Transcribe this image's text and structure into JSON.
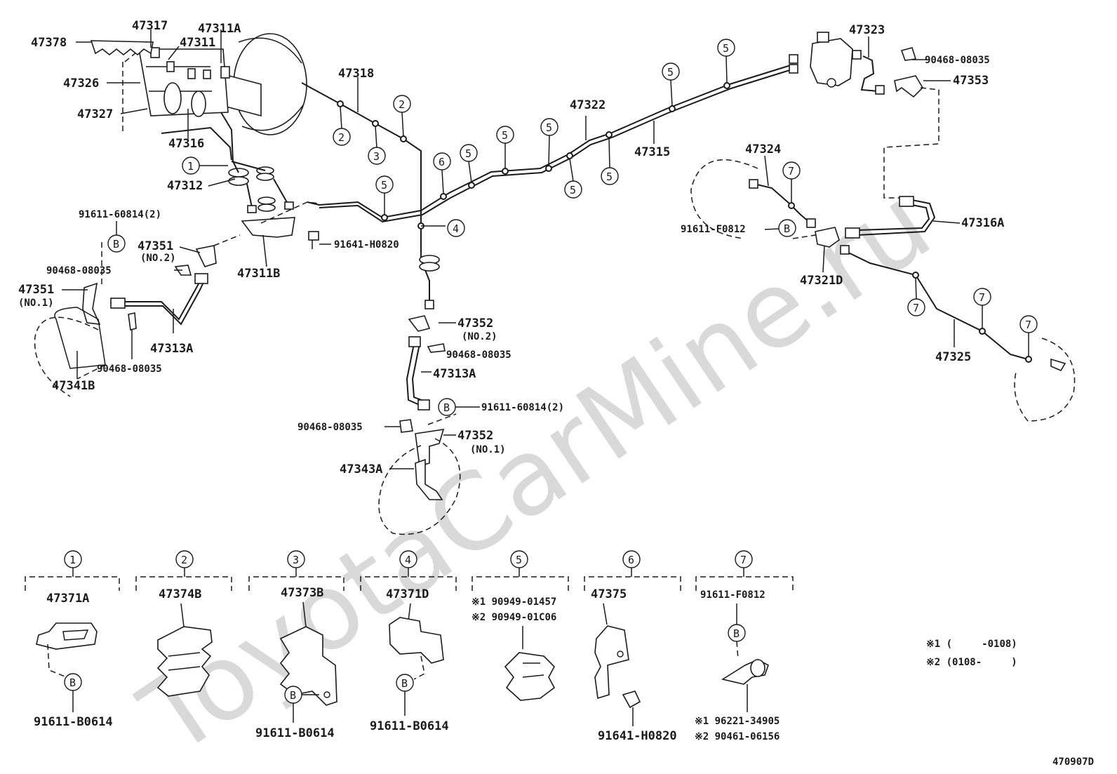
{
  "watermark": "ToyotaCarMine.ru",
  "diagram_code": "470907D",
  "notes": {
    "note1": "※1 (     -0108)",
    "note2": "※2 (0108-     )"
  },
  "parts": {
    "p47378": "47378",
    "p47317": "47317",
    "p47311A": "47311A",
    "p47311": "47311",
    "p47326": "47326",
    "p47327": "47327",
    "p47316": "47316",
    "p47312": "47312",
    "p47318": "47318",
    "p47322": "47322",
    "p47315": "47315",
    "p47323": "47323",
    "p47353": "47353",
    "p90468_tr": "90468-08035",
    "p47324": "47324",
    "p91611_F0812": "91611-F0812",
    "p47316A": "47316A",
    "p47321D": "47321D",
    "p47325": "47325",
    "p91611_60814a": "91611-60814(2)",
    "p47351_no2": "47351",
    "no2_a": "(NO.2)",
    "p90468_l1": "90468-08035",
    "p47351_no1": "47351",
    "no1_a": "(NO.1)",
    "p47311B": "47311B",
    "p91641_H0820a": "91641-H0820",
    "p47313A_l": "47313A",
    "p90468_l2": "90468-08035",
    "p47341B": "47341B",
    "p47352_no2": "47352",
    "no2_b": "(NO.2)",
    "p90468_c1": "90468-08035",
    "p47313A_c": "47313A",
    "p91611_60814b": "91611-60814(2)",
    "p90468_c2": "90468-08035",
    "p47352_no1": "47352",
    "no1_b": "(NO.1)",
    "p47343A": "47343A"
  },
  "callouts": {
    "c1": "1",
    "c2": "2",
    "c3": "3",
    "c4": "4",
    "c5": "5",
    "c6": "6",
    "c7": "7",
    "cB": "B"
  },
  "legend": [
    {
      "num": "1",
      "part": "47371A",
      "fastener": "91611-B0614"
    },
    {
      "num": "2",
      "part": "47374B"
    },
    {
      "num": "3",
      "part": "47373B",
      "fastener": "91611-B0614"
    },
    {
      "num": "4",
      "part": "47371D",
      "fastener": "91611-B0614"
    },
    {
      "num": "5",
      "line1": "※1 90949-01457",
      "line2": "※2 90949-01C06"
    },
    {
      "num": "6",
      "part": "47375",
      "fastener": "91641-H0820"
    },
    {
      "num": "7",
      "part": "91611-F0812",
      "line1": "※1 96221-34905",
      "line2": "※2 90461-06156"
    }
  ]
}
